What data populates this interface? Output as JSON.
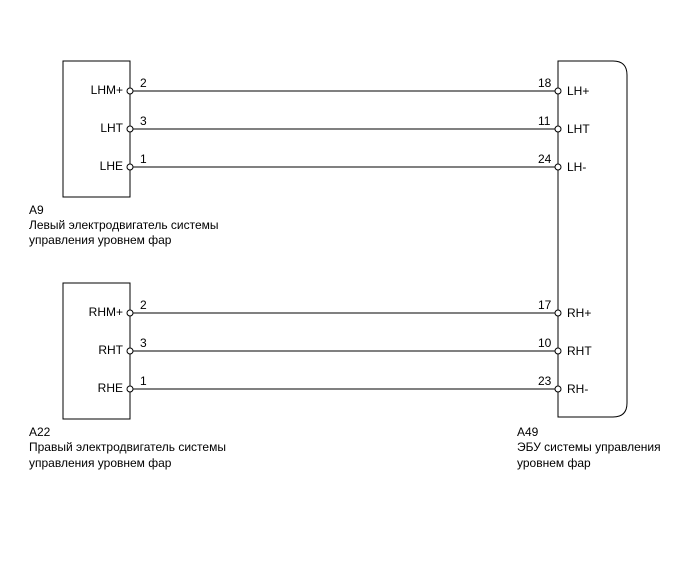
{
  "connectors": {
    "left_top": {
      "code": "A9",
      "desc1": "Левый электродвигатель системы",
      "desc2": "управления уровнем фар",
      "pins": [
        {
          "signal": "LHM+",
          "num": "2"
        },
        {
          "signal": "LHT",
          "num": "3"
        },
        {
          "signal": "LHE",
          "num": "1"
        }
      ]
    },
    "left_bottom": {
      "code": "A22",
      "desc1": "Правый электродвигатель системы",
      "desc2": "управления уровнем фар",
      "pins": [
        {
          "signal": "RHM+",
          "num": "2"
        },
        {
          "signal": "RHT",
          "num": "3"
        },
        {
          "signal": "RHE",
          "num": "1"
        }
      ]
    },
    "ecu": {
      "code": "A49",
      "desc1": "ЭБУ системы управления",
      "desc2": "уровнем фар",
      "pins_top": [
        {
          "signal": "LH+",
          "num": "18"
        },
        {
          "signal": "LHT",
          "num": "11"
        },
        {
          "signal": "LH-",
          "num": "24"
        }
      ],
      "pins_bottom": [
        {
          "signal": "RH+",
          "num": "17"
        },
        {
          "signal": "RHT",
          "num": "10"
        },
        {
          "signal": "RH-",
          "num": "23"
        }
      ]
    }
  }
}
